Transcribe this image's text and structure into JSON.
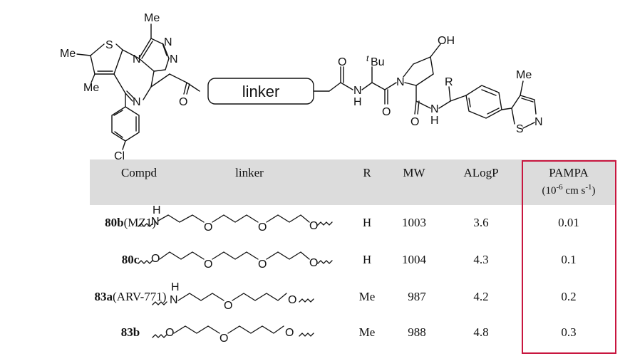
{
  "colors": {
    "header_bg": "#dcdcdc",
    "highlight_box": "#c8163f"
  },
  "scheme": {
    "box_label": "linker",
    "atoms": {
      "me_top": "Me",
      "me_left": "Me",
      "me_thio": "Me",
      "me_thiazole": "Me",
      "s_thiophene": "S",
      "n_diaz_1": "N",
      "n_tri_1": "N",
      "n_tri_2": "N",
      "n_diaz_2": "N",
      "o_ketone": "O",
      "cl": "Cl",
      "o_amide1": "O",
      "n_amide1": "N",
      "h_amide1": "H",
      "tbu_t": "t",
      "tbu_bu": "Bu",
      "o_amide2": "O",
      "n_pyrrolidine": "N",
      "oh": "OH",
      "o_amide3": "O",
      "n_amide3": "N",
      "h_amide3": "H",
      "r": "R",
      "s_thiazole": "S",
      "n_thiazole": "N"
    }
  },
  "table": {
    "headers": {
      "compd": "Compd",
      "linker": "linker",
      "r": "R",
      "mw": "MW",
      "alogp": "ALogP",
      "pampa": "PAMPA",
      "pampa_unit_a": "(10",
      "pampa_unit_exp1": "-6",
      "pampa_unit_b": " cm s",
      "pampa_unit_exp2": "-1",
      "pampa_unit_c": ")"
    },
    "linker_atoms": {
      "n": "N",
      "h": "H",
      "o": "O"
    },
    "rows": [
      {
        "compd_bold": "80b",
        "compd_rest": "(MZ1)",
        "r": "H",
        "mw": "1003",
        "alogp": "3.6",
        "pampa": "0.01"
      },
      {
        "compd_bold": "80c",
        "compd_rest": "",
        "r": "H",
        "mw": "1004",
        "alogp": "4.3",
        "pampa": "0.1"
      },
      {
        "compd_bold": "83a",
        "compd_rest": "(ARV-771)",
        "r": "Me",
        "mw": "987",
        "alogp": "4.2",
        "pampa": "0.2"
      },
      {
        "compd_bold": "83b",
        "compd_rest": "",
        "r": "Me",
        "mw": "988",
        "alogp": "4.8",
        "pampa": "0.3"
      }
    ]
  }
}
